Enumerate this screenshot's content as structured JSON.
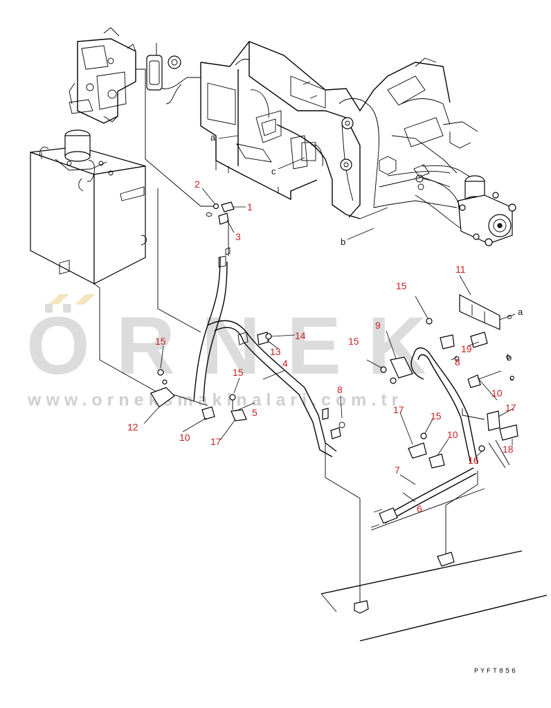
{
  "callouts": [
    {
      "id": "c1",
      "text": "1"
    },
    {
      "id": "c2",
      "text": "2"
    },
    {
      "id": "c3",
      "text": "3"
    },
    {
      "id": "c4",
      "text": "4"
    },
    {
      "id": "c5",
      "text": "5"
    },
    {
      "id": "c6",
      "text": "6"
    },
    {
      "id": "c7",
      "text": "7"
    },
    {
      "id": "c8",
      "text": "8"
    },
    {
      "id": "c8b",
      "text": "8"
    },
    {
      "id": "c9",
      "text": "9"
    },
    {
      "id": "c10a",
      "text": "10"
    },
    {
      "id": "c10b",
      "text": "10"
    },
    {
      "id": "c10c",
      "text": "10"
    },
    {
      "id": "c11",
      "text": "11"
    },
    {
      "id": "c12",
      "text": "12"
    },
    {
      "id": "c13",
      "text": "13"
    },
    {
      "id": "c14",
      "text": "14"
    },
    {
      "id": "c15a",
      "text": "15"
    },
    {
      "id": "c15b",
      "text": "15"
    },
    {
      "id": "c15c",
      "text": "15"
    },
    {
      "id": "c15d",
      "text": "15"
    },
    {
      "id": "c15e",
      "text": "15"
    },
    {
      "id": "c16",
      "text": "16"
    },
    {
      "id": "c17a",
      "text": "17"
    },
    {
      "id": "c17b",
      "text": "17"
    },
    {
      "id": "c17c",
      "text": "17"
    },
    {
      "id": "c18",
      "text": "18"
    },
    {
      "id": "c19",
      "text": "19"
    }
  ],
  "connection_labels": {
    "a_top": "a",
    "b_top": "b",
    "c_top": "c",
    "a_right": "a",
    "b_right": "b",
    "c_right": "c"
  },
  "drawing_code": "PYFT856",
  "watermark": {
    "brand": "ÖRNEK",
    "url": "www.orneksmakinalari.com.tr"
  },
  "colors": {
    "callout": "#c81e1e",
    "watermark": "#dcdcdc",
    "linework": "#000000"
  }
}
